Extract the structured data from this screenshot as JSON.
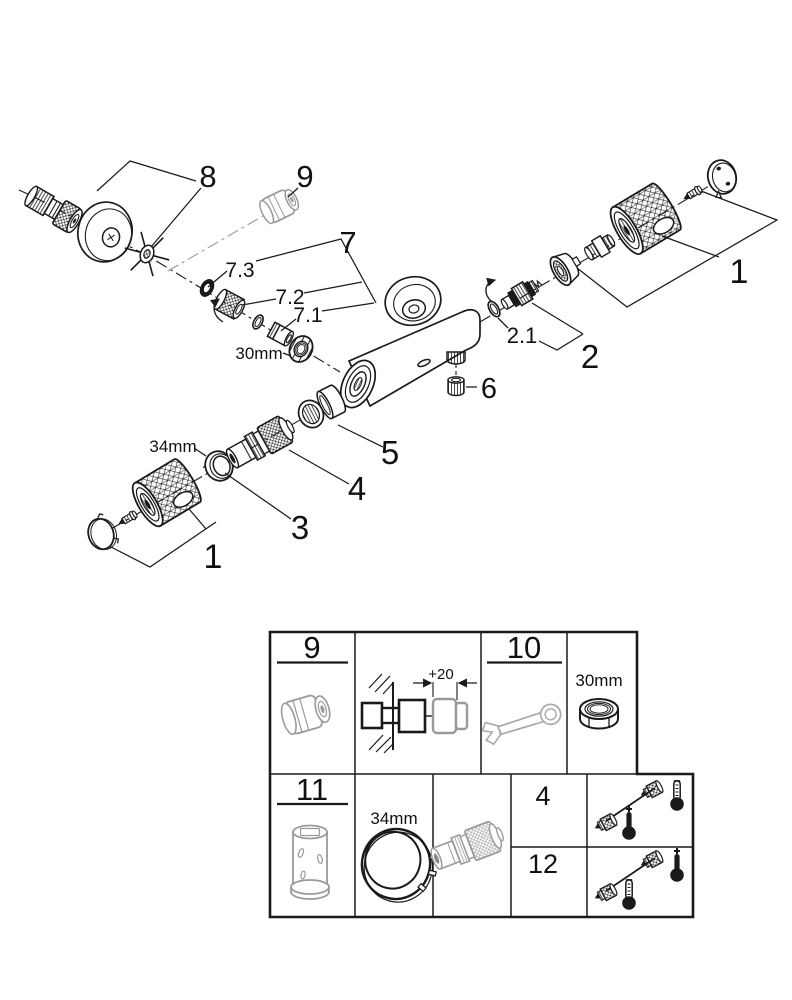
{
  "diagram": {
    "callouts": {
      "n8": "8",
      "n9": "9",
      "n7": "7",
      "n7_3": "7.3",
      "n7_2": "7.2",
      "n7_1": "7.1",
      "n6": "6",
      "n5": "5",
      "n4": "4",
      "n3": "3",
      "n2": "2",
      "n2_1": "2.1",
      "n1_left": "1",
      "n1_right": "1",
      "dim_30mm": "30mm",
      "dim_34mm": "34mm"
    }
  },
  "table": {
    "row1": {
      "cell9_label": "9",
      "install_dim": "+20",
      "cell10_label": "10",
      "nut_dim": "30mm"
    },
    "row2": {
      "cell11_label": "11",
      "ring_dim": "34mm",
      "cell4_label": "4",
      "cell12_label": "12"
    }
  },
  "colors": {
    "line": "#1a1a1a",
    "gray": "#9a9a9a",
    "background": "#ffffff"
  }
}
